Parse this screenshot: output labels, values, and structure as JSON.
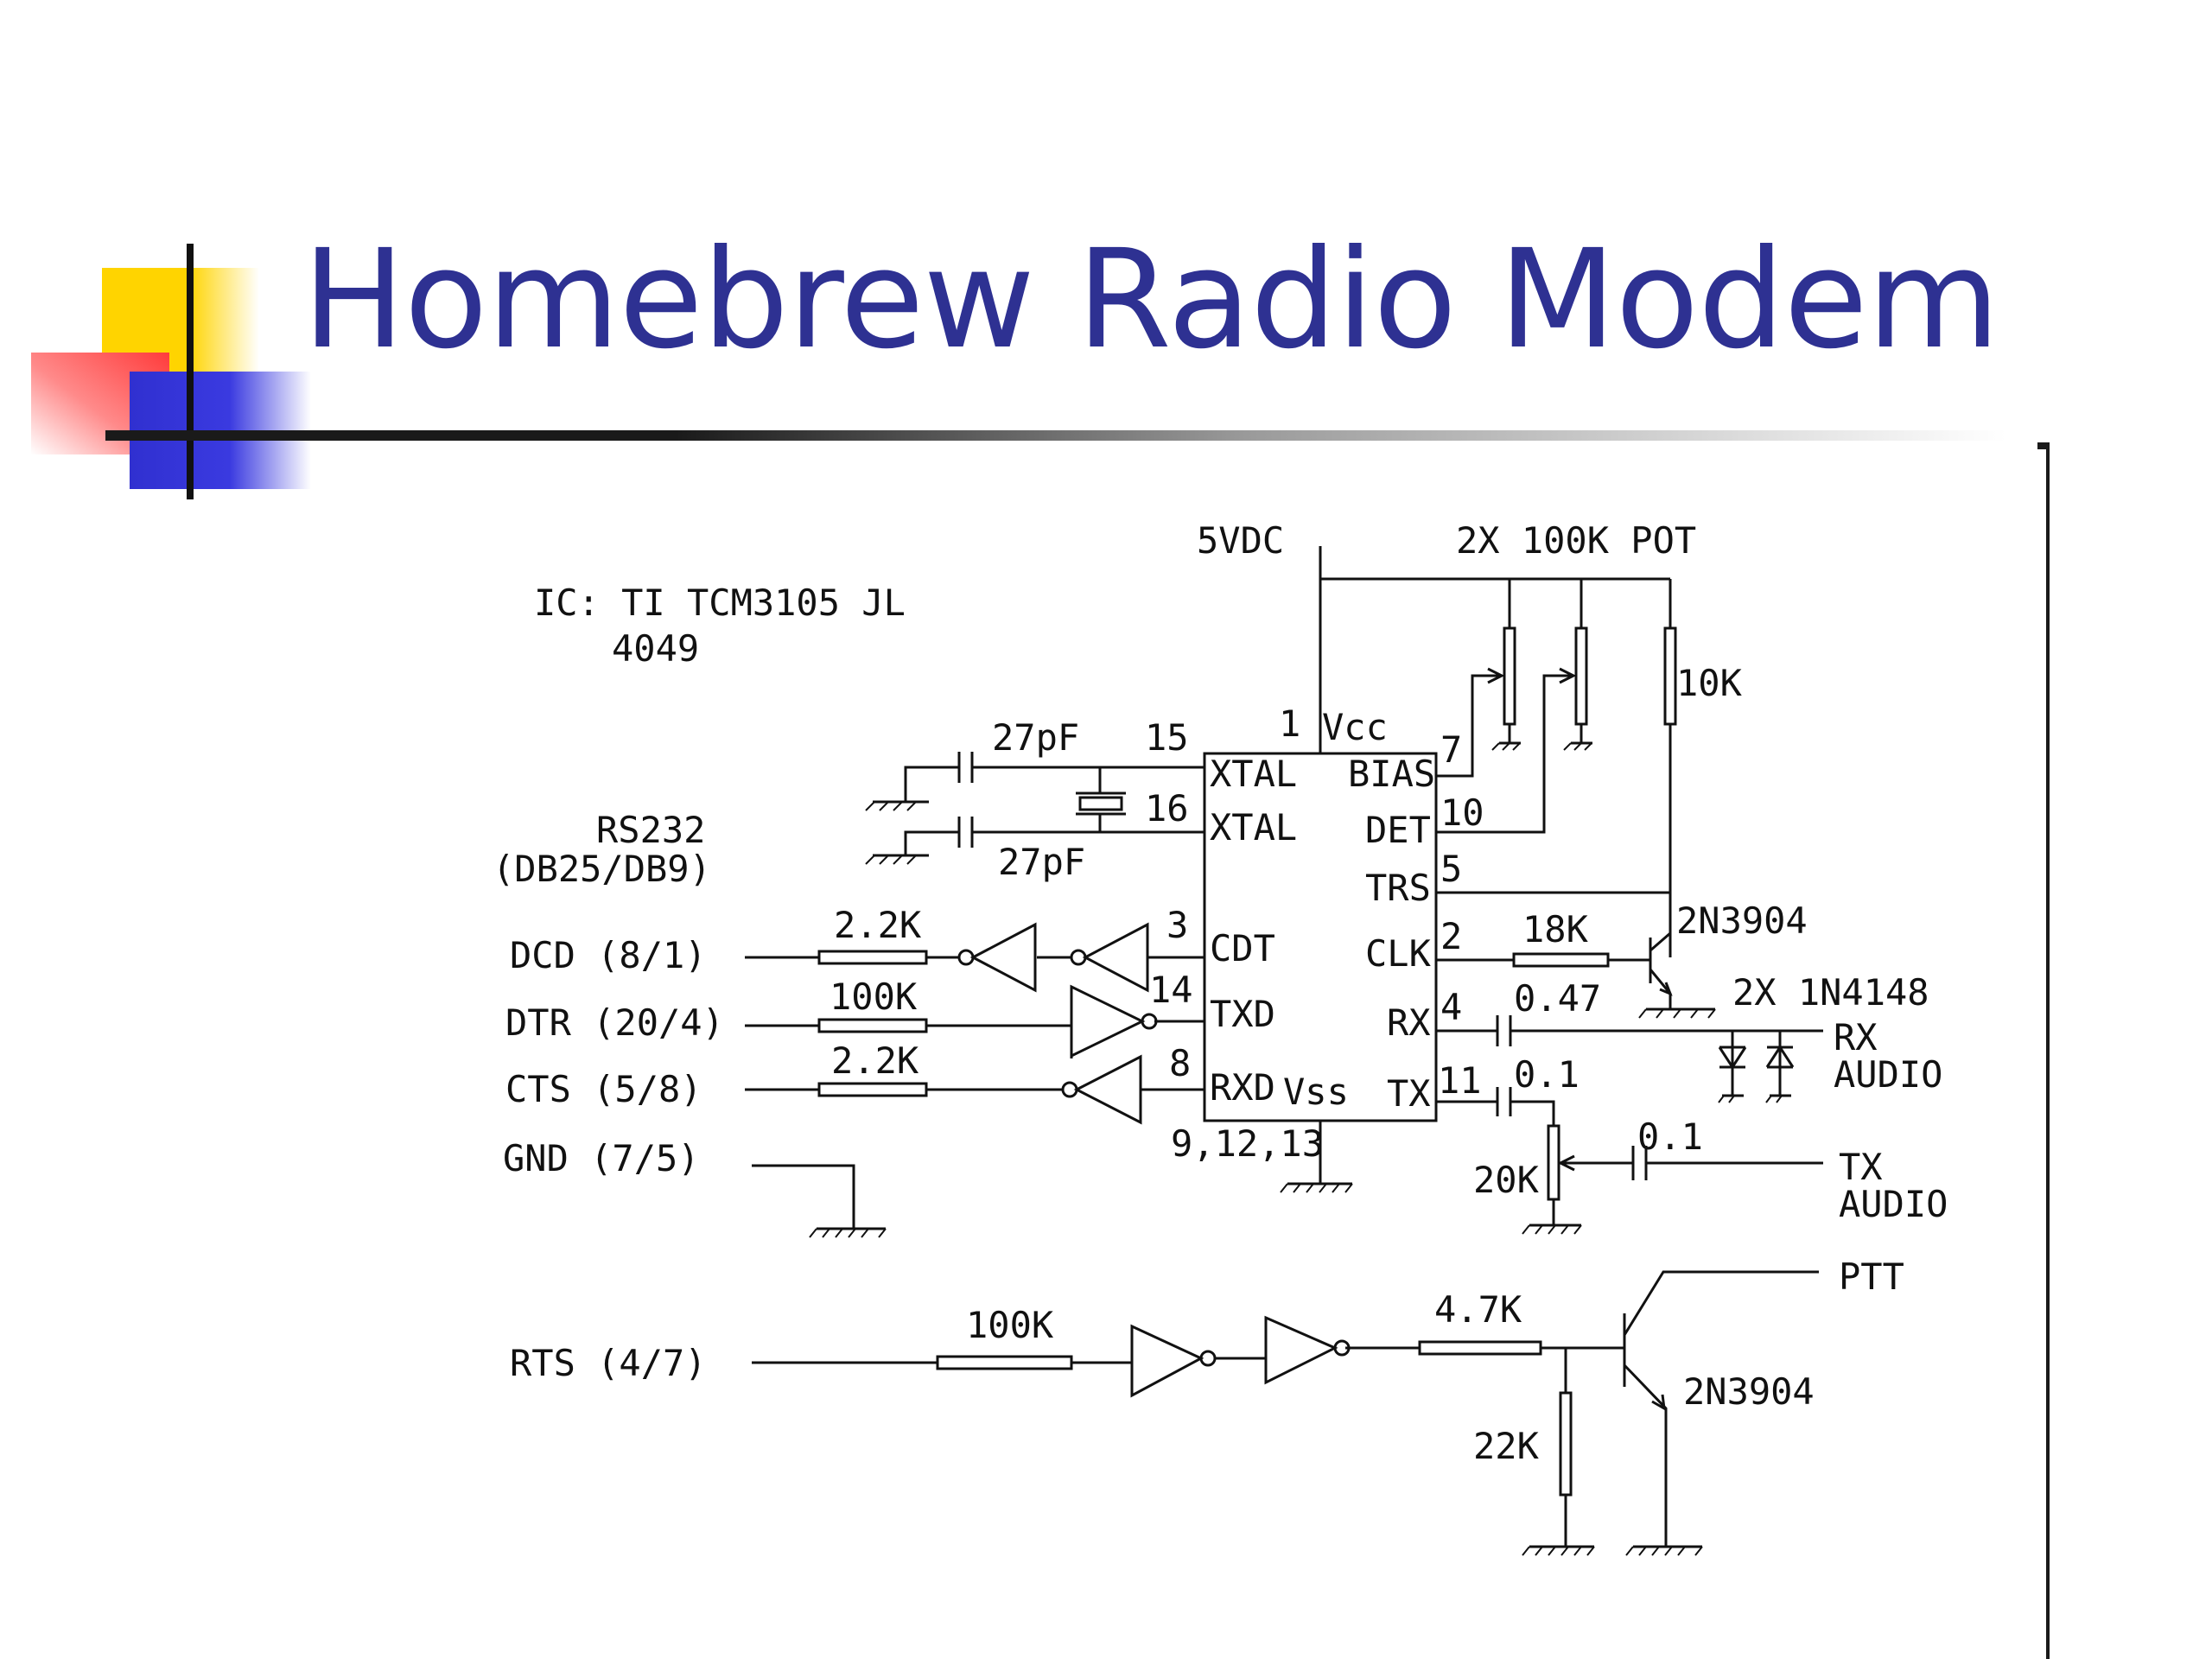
{
  "slide": {
    "title": "Homebrew Radio Modem",
    "accent_color": "#2e3192"
  },
  "schematic": {
    "ic_note_line1": "IC: TI TCM3105 JL",
    "ic_note_line2": "4049",
    "supply": "5VDC",
    "pot_label": "2X 100K POT",
    "r_10k": "10K",
    "cap_27pf_top": "27pF",
    "cap_27pf_bottom": "27pF",
    "rs232_line1": "RS232",
    "rs232_line2": "(DB25/DB9)",
    "dcd": "DCD (8/1)",
    "dtr": "DTR (20/4)",
    "cts": "CTS (5/8)",
    "gnd": "GND (7/5)",
    "rts": "RTS (4/7)",
    "r_dcd": "2.2K",
    "r_dtr": "100K",
    "r_cts": "2.2K",
    "r_rts": "100K",
    "r_ptt": "4.7K",
    "r_22k": "22K",
    "r_18k": "18K",
    "c_047": "0.47",
    "c_01_tx": "0.1",
    "c_01_in": "0.1",
    "pot_20k": "20K",
    "q_clk": "2N3904",
    "q_ptt": "2N3904",
    "diodes": "2X 1N4148",
    "rx_audio_1": "RX",
    "rx_audio_2": "AUDIO",
    "tx_audio_1": "TX",
    "tx_audio_2": "AUDIO",
    "ptt": "PTT",
    "pins": {
      "p1": "1",
      "p15": "15",
      "p16": "16",
      "p3": "3",
      "p14": "14",
      "p8": "8",
      "p7": "7",
      "p10": "10",
      "p5": "5",
      "p2": "2",
      "p4": "4",
      "p11": "11",
      "pgnd": "9,12,13"
    },
    "ic_pins": {
      "vcc": "Vcc",
      "xtal1": "XTAL",
      "xtal2": "XTAL",
      "cdt": "CDT",
      "txd": "TXD",
      "rxd": "RXD",
      "vss": "Vss",
      "bias": "BIAS",
      "det": "DET",
      "trs": "TRS",
      "clk": "CLK",
      "rx": "RX",
      "tx": "TX"
    }
  }
}
